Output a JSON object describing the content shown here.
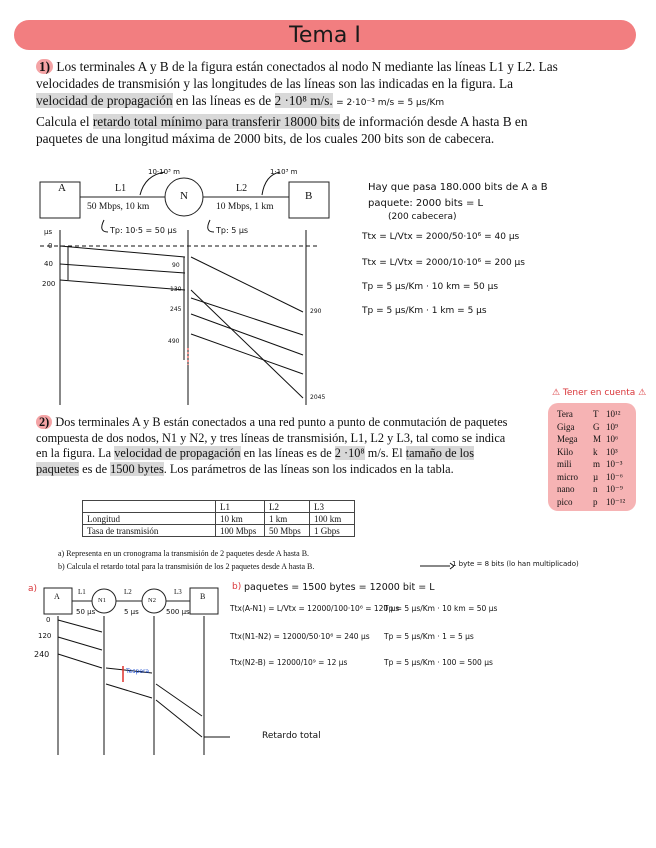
{
  "title": "Tema I",
  "problem1": {
    "number": "1)",
    "text_a": " Los terminales A y B de la figura están conectados al nodo N mediante las líneas L1 y L2. Las velocidades de transmisión y las longitudes de las líneas son las indicadas en la figura. La ",
    "text_hl1": "velocidad de propagación",
    "text_b": " en las líneas es de ",
    "text_hl2": "2 ·10⁸ m/s.",
    "note_prop": "= 2·10⁻³ m/s = 5 µs/Km",
    "para2_a": "Calcula el ",
    "para2_hl": "retardo total mínimo para transferir 18000 bits",
    "para2_b": " de información desde A hasta B en paquetes de una longitud máxima de 2000 bits, de los cuales 200 bits son de cabecera.",
    "diagram": {
      "node_a": "A",
      "node_n": "N",
      "node_b": "B",
      "l1": "L1",
      "l2": "L2",
      "l1_spec": "50 Mbps, 10 km",
      "l2_spec": "10 Mbps, 1 km",
      "l1_dist": "10·10³ m",
      "l2_dist": "1·10³ m",
      "tp1": "Tp: 10·5 = 50 µs",
      "tp2": "Tp: 5 µs",
      "axis_unit": "µs",
      "axis_0": "0",
      "axis_40": "40",
      "axis_200": "200",
      "mark_90": "90",
      "mark_130": "130",
      "mark_245": "245",
      "mark_290": "290",
      "mark_490": "490",
      "mark_2045": "2045"
    },
    "notes": {
      "line1": "Hay que pasa 180.000 bits de A a B",
      "line2": "paquete: 2000 bits = L",
      "line3": "(200 cabecera)",
      "eq1": "Ttx = L/Vtx = 2000/50·10⁶ = 40 µs",
      "eq2": "Ttx = L/Vtx = 2000/10·10⁶ = 200 µs",
      "eq3": "Tp = 5 µs/Km · 10 km = 50 µs",
      "eq4": "Tp = 5 µs/Km · 1 km = 5 µs"
    }
  },
  "prefixes": {
    "title": "⚠ Tener en cuenta ⚠",
    "rows": [
      {
        "name": "Tera",
        "sym": "T",
        "pow": "10¹²"
      },
      {
        "name": "Giga",
        "sym": "G",
        "pow": "10⁹"
      },
      {
        "name": "Mega",
        "sym": "M",
        "pow": "10⁶"
      },
      {
        "name": "Kilo",
        "sym": "k",
        "pow": "10³"
      },
      {
        "name": "mili",
        "sym": "m",
        "pow": "10⁻³"
      },
      {
        "name": "micro",
        "sym": "µ",
        "pow": "10⁻⁶"
      },
      {
        "name": "nano",
        "sym": "n",
        "pow": "10⁻⁹"
      },
      {
        "name": "pico",
        "sym": "p",
        "pow": "10⁻¹²"
      }
    ]
  },
  "problem2": {
    "number": "2)",
    "text_a": " Dos terminales A y B están conectados a una red punto a punto de conmutación de paquetes compuesta de dos nodos, N1 y N2, y tres líneas de transmisión, L1, L2 y L3, tal como se indica en la figura. La ",
    "text_hl1": "velocidad de propagación",
    "text_b": " en las líneas es de ",
    "text_hl2": "2 ·10⁸",
    "text_c": " m/s. El ",
    "text_hl3": "tamaño de los paquetes",
    "text_d": " es de ",
    "text_hl4": "1500 bytes",
    "text_e": ". Los parámetros de las líneas son los indicados en la tabla.",
    "table": {
      "headers": [
        "",
        "L1",
        "L2",
        "L3"
      ],
      "rows": [
        [
          "Longitud",
          "10 km",
          "1 km",
          "100 km"
        ],
        [
          "Tasa de transmisión",
          "100 Mbps",
          "50 Mbps",
          "1 Gbps"
        ]
      ]
    },
    "question_a": "a)   Representa en un cronograma la transmisión de 2 paquetes desde A hasta B.",
    "question_b": "b)   Calcula el retardo total para la transmisión de los 2 paquetes desde A hasta B.",
    "byte_note": "1 byte = 8 bits (lo han multiplicado)",
    "diagram": {
      "label_a": "a)",
      "node_a": "A",
      "node_n1": "N1",
      "node_n2": "N2",
      "node_b": "B",
      "l1": "L1",
      "l2": "L2",
      "l3": "L3",
      "tp_l1": "50 µs",
      "tp_l2": "5 µs",
      "tp_l3": "500 µs",
      "axis_0": "0",
      "axis_120": "120",
      "axis_240": "240",
      "tespera": "Tespera",
      "retardo": "Retardo total"
    },
    "notes": {
      "label_b": "b)",
      "line1": "paquetes = 1500 bytes = 12000 bit = L",
      "eq1": "Ttx(A-N1) = L/Vtx = 12000/100·10⁶ = 120 µs",
      "eq2": "Ttx(N1-N2) = 12000/50·10⁶ = 240 µs",
      "eq3": "Ttx(N2-B) = 12000/10⁹ = 12 µs",
      "eq4": "Tp = 5 µs/Km · 10 km = 50 µs",
      "eq5": "Tp = 5 µs/Km · 1 = 5 µs",
      "eq6": "Tp = 5 µs/Km · 100 = 500 µs"
    }
  }
}
